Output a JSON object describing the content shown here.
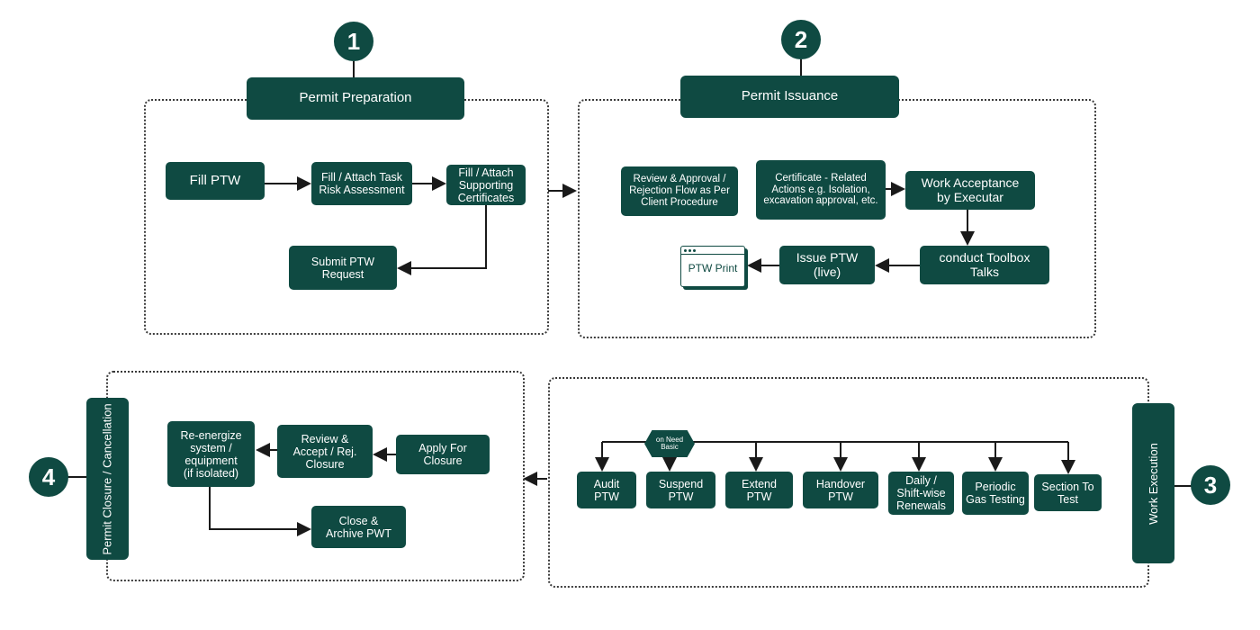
{
  "steps": {
    "s1": "1",
    "s2": "2",
    "s3": "3",
    "s4": "4"
  },
  "sections": {
    "preparation": "Permit Preparation",
    "issuance": "Permit Issuance",
    "execution": "Work Execution",
    "closure": "Permit Closure / Cancellation"
  },
  "preparation": {
    "fill_ptw": "Fill PTW",
    "task_risk": "Fill / Attach Task\nRisk Assessment",
    "supporting": "Fill / Attach\nSupporting\nCertificates",
    "submit": "Submit PTW\nRequest"
  },
  "issuance": {
    "review": "Review & Approval /\nRejection Flow as Per\nClient Procedure",
    "certificate": "Certificate - Related\nActions e.g. Isolation,\nexcavation approval, etc.",
    "acceptance": "Work Acceptance\nby Executar",
    "toolbox": "conduct Toolbox\nTalks",
    "issue": "Issue PTW\n(live)",
    "print": "PTW Print"
  },
  "execution": {
    "decision": "on Need\nBasic",
    "items": [
      "Audit\nPTW",
      "Suspend\nPTW",
      "Extend\nPTW",
      "Handover\nPTW",
      "Daily /\nShift-wise\nRenewals",
      "Periodic\nGas Testing",
      "Section To\nTest"
    ]
  },
  "closure": {
    "reenergize": "Re-energize\nsystem /\nequipment\n(if isolated)",
    "review": "Review &\nAccept / Rej.\nClosure",
    "apply": "Apply For\nClosure",
    "close": "Close &\nArchive PWT"
  },
  "colors": {
    "box": "#0f4a42",
    "text": "#ffffff",
    "line": "#1a1a1a"
  }
}
